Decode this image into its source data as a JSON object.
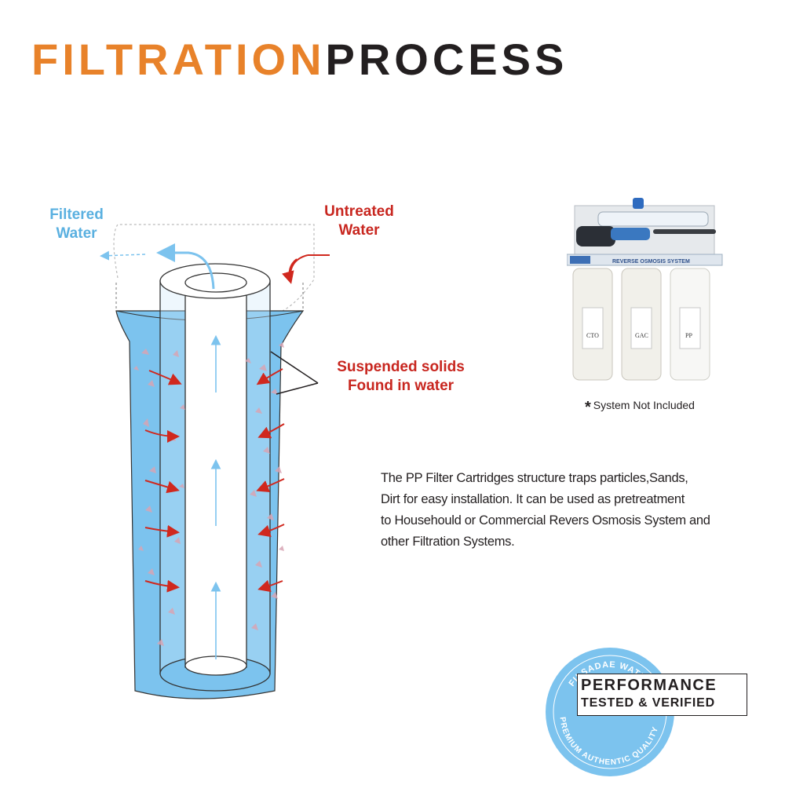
{
  "title": {
    "part1": "FILTRATION",
    "part2": "PROCESS"
  },
  "labels": {
    "filtered_line1": "Filtered",
    "filtered_line2": "Water",
    "untreated_line1": "Untreated",
    "untreated_line2": "Water",
    "solids_line1": "Suspended solids",
    "solids_line2": "Found in water"
  },
  "product": {
    "panel_text": "REVERSE OSMOSIS SYSTEM",
    "housing_labels": [
      "CTO",
      "GAC",
      "PP"
    ]
  },
  "note": {
    "star": "*",
    "text": "System Not  Included"
  },
  "description": {
    "lines": [
      "The PP Filter Cartridges structure traps particles,Sands,",
      "Dirt for easy installation. It can be used as pretreatment",
      "to Househould or Commercial Revers Osmosis System and",
      "other Filtration Systems."
    ]
  },
  "badge": {
    "arc_top": "FILSADAE WATER",
    "arc_bottom": "PREMIUM AUTHENTIC QUALITY",
    "big": "PERFORMANCE",
    "small": "TESTED & VERIFIED"
  },
  "colors": {
    "title_orange": "#e8822a",
    "title_dark": "#231f20",
    "water_blue": "#7cc3ee",
    "label_blue": "#5ab0e0",
    "arrow_red": "#d0281e",
    "badge_blue": "#7cc3ee"
  }
}
